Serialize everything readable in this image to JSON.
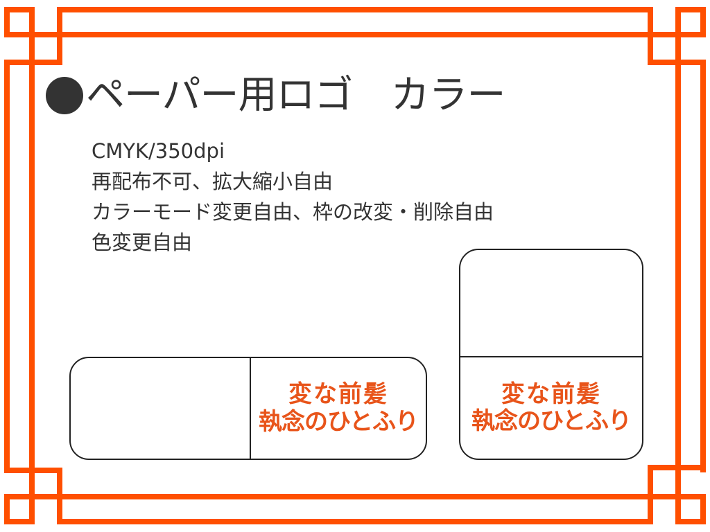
{
  "slide": {
    "title": "ペーパー用ロゴ　カラー",
    "bullet_icon": "filled-circle",
    "notes": [
      "CMYK/350dpi",
      "再配布不可、拡大縮小自由",
      "カラーモード変更自由、枠の改変・削除自由",
      "色変更自由"
    ]
  },
  "logo": {
    "line1": "変な前髪",
    "line2": "執念のひとふり",
    "color": "#e8541a"
  },
  "frame": {
    "color": "#ff4f00"
  },
  "cards": [
    {
      "orientation": "horizontal",
      "logo_line1": "変な前髪",
      "logo_line2": "執念のひとふり"
    },
    {
      "orientation": "vertical",
      "logo_line1": "変な前髪",
      "logo_line2": "執念のひとふり"
    }
  ]
}
